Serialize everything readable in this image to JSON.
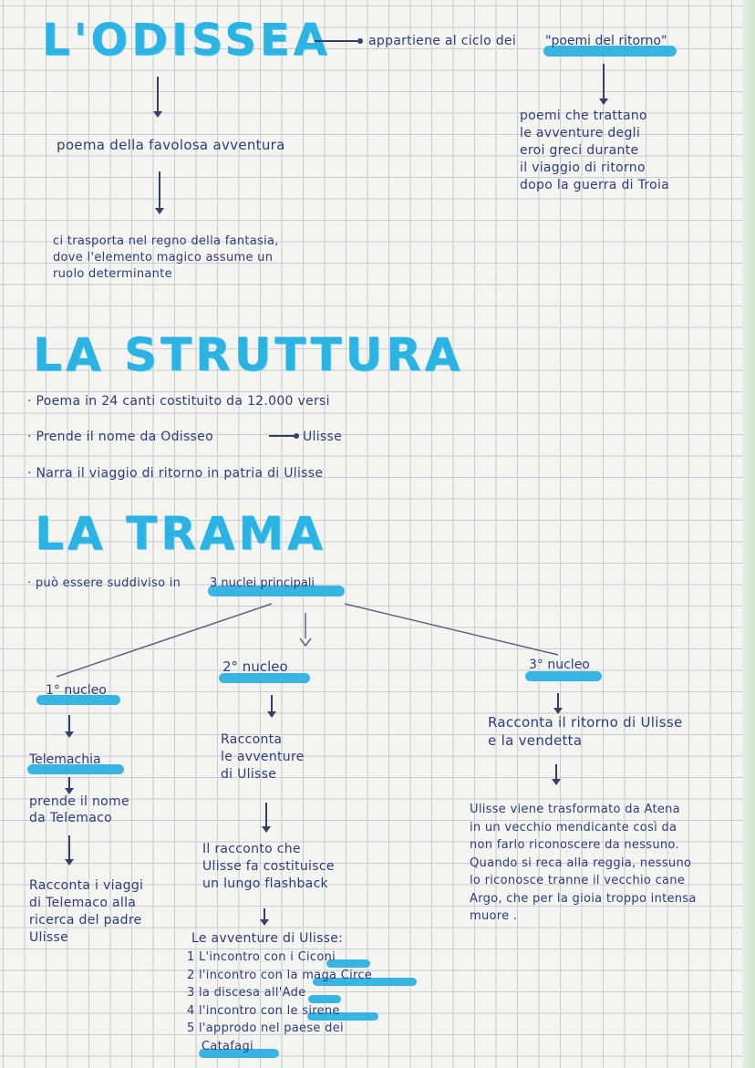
{
  "title": "L'ODISSEA",
  "ciclo": {
    "prefix": "appartiene al ciclo dei",
    "highlight": "\"poemi del ritorno\""
  },
  "ciclo_desc": [
    "poemi che trattano",
    "le avventure degli",
    "eroi greci durante",
    "il viaggio di ritorno",
    "dopo la guerra di Troia"
  ],
  "poema": "poema della favolosa avventura",
  "fantasia": [
    "ci trasporta nel regno della fantasia,",
    "dove l'elemento magico assume un",
    "ruolo determinante"
  ],
  "struttura": {
    "heading": "LA STRUTTURA",
    "bullets": [
      "· Poema in 24 canti costituito da 12.000 versi",
      "· Prende il nome da Odisseo",
      "· Narra il viaggio di ritorno in patria di Ulisse"
    ],
    "ulisse": "Ulisse"
  },
  "trama": {
    "heading": "LA TRAMA",
    "intro": "· può essere suddiviso in",
    "intro_highlight": "3 nuclei principali"
  },
  "nucleo1": {
    "label": "1° nucleo",
    "name": "Telemachia",
    "nome": [
      "prende il nome",
      "da Telemaco"
    ],
    "desc": [
      "Racconta i viaggi",
      "di Telemaco alla",
      "ricerca del padre",
      "Ulisse"
    ]
  },
  "nucleo2": {
    "label": "2° nucleo",
    "desc": [
      "Racconta",
      "le avventure",
      "di Ulisse"
    ],
    "flashback": [
      "Il racconto che",
      "Ulisse fa costituisce",
      "un lungo flashback"
    ],
    "list_title": "Le avventure di Ulisse:",
    "list": [
      {
        "text": "1 L'incontro con i",
        "hl": "Ciconi"
      },
      {
        "text": "2 l'incontro con",
        "hl": "la maga Circe"
      },
      {
        "text": "3 la discesa all'",
        "hl": "Ade"
      },
      {
        "text": "4 l'incontro con",
        "hl": "le sirene"
      },
      {
        "text": "5 l'approdo nel paese dei",
        "hl": ""
      }
    ],
    "list_last": "Catafagi"
  },
  "nucleo3": {
    "label": "3° nucleo",
    "desc": [
      "Racconta il ritorno di Ulisse",
      "e la vendetta"
    ],
    "para": [
      "Ulisse viene trasformato da Atena",
      "in un vecchio mendicante così da",
      "non farlo riconoscere da nessuno.",
      "Quando si reca alla reggia, nessuno",
      "lo riconosce tranne il vecchio cane",
      "Argo, che per la gioia troppo intensa",
      "muore ."
    ]
  },
  "colors": {
    "accent": "#2bb3e3",
    "ink": "#2c3c7c"
  }
}
